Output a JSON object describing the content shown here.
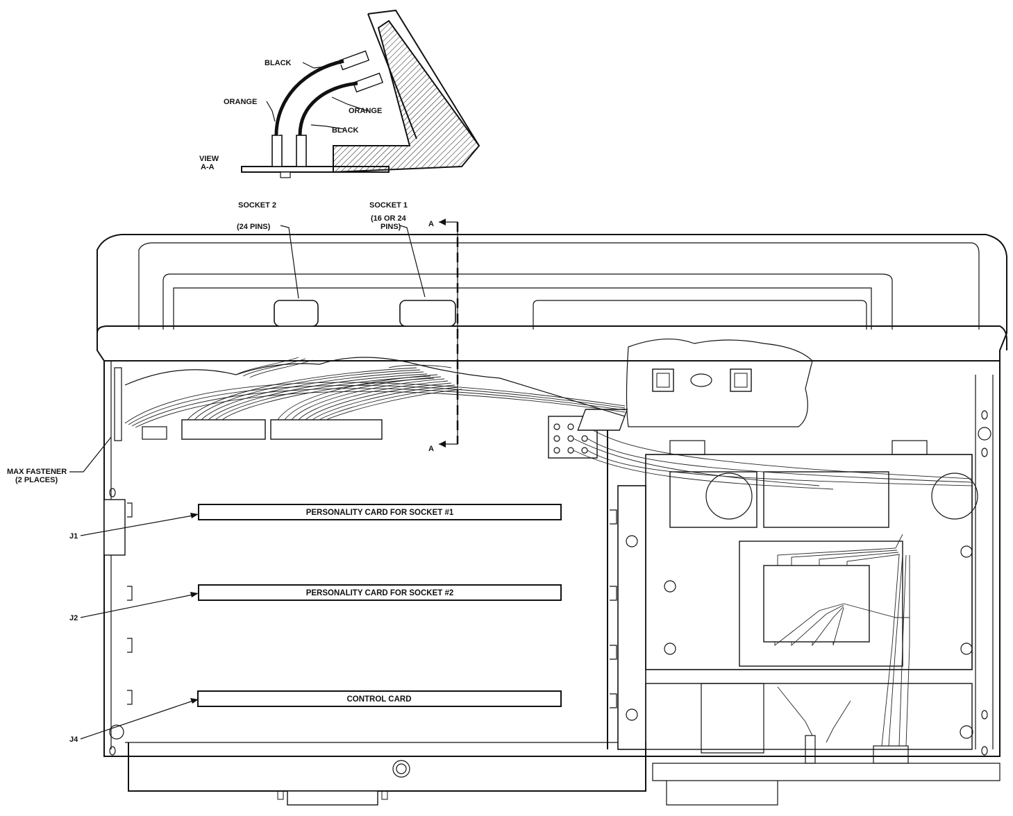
{
  "view": {
    "title_line1": "VIEW",
    "title_line2": "A-A",
    "wire_black_top": "BLACK",
    "wire_orange_left": "ORANGE",
    "wire_orange_right": "ORANGE",
    "wire_black_bottom": "BLACK"
  },
  "sockets": {
    "socket2_label": "SOCKET 2",
    "socket2_pins": "(24 PINS)",
    "socket1_label": "SOCKET 1",
    "socket1_pins_line1": "(16 OR 24",
    "socket1_pins_line2": "PINS)"
  },
  "section_marker": {
    "top": "A",
    "bottom": "A"
  },
  "fastener": {
    "line1": "MAX FASTENER",
    "line2": "(2 PLACES)"
  },
  "connectors": {
    "j1": "J1",
    "j2": "J2",
    "j4": "J4"
  },
  "cards": {
    "card1": "PERSONALITY CARD FOR SOCKET #1",
    "card2": "PERSONALITY CARD FOR SOCKET #2",
    "card3": "CONTROL CARD"
  }
}
